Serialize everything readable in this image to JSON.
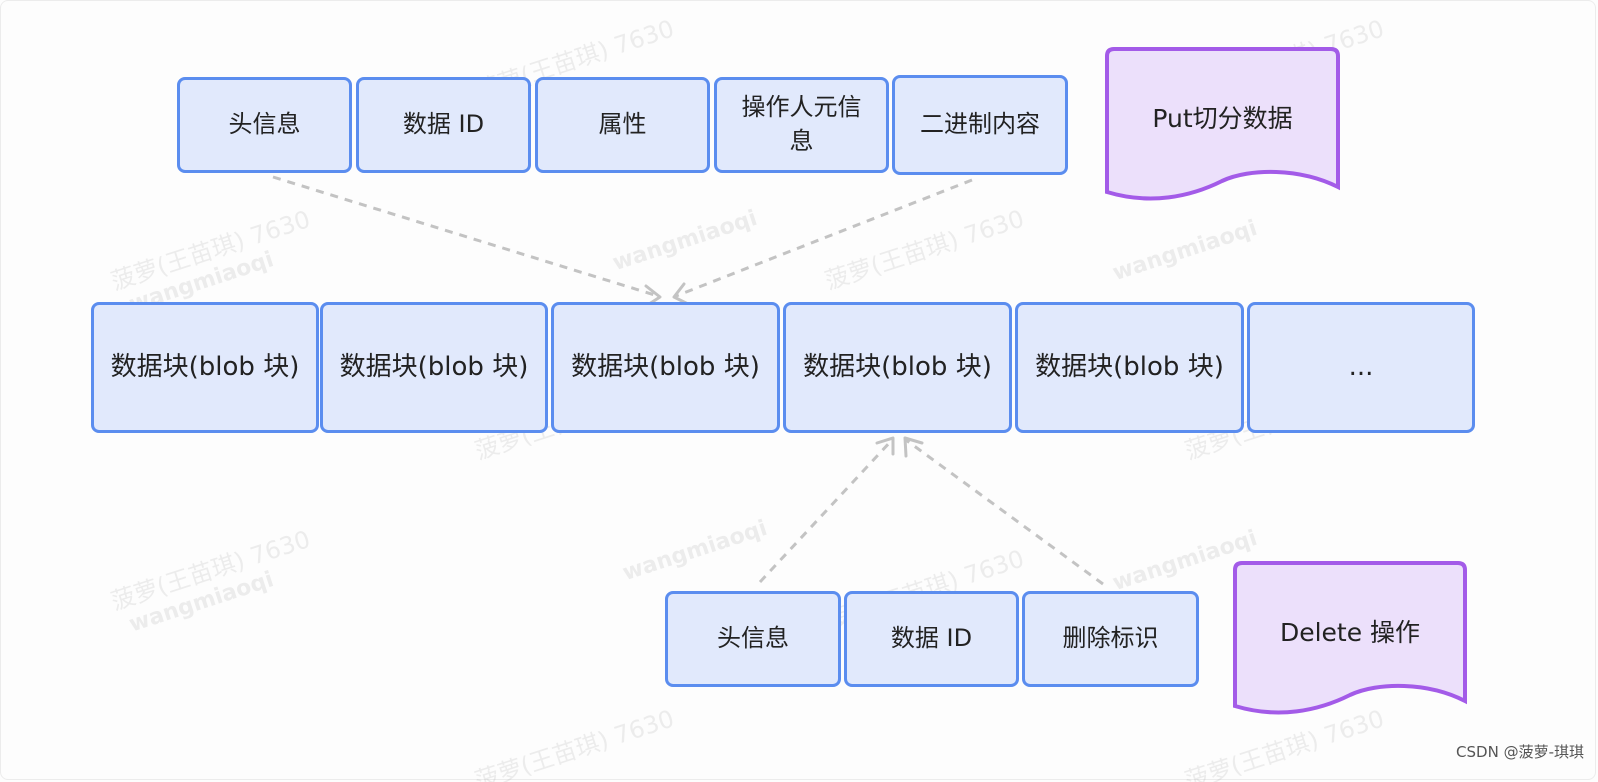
{
  "put_fields": [
    "头信息",
    "数据 ID",
    "属性",
    "操作人元信息",
    "二进制内容"
  ],
  "put_label": "Put切分数据",
  "blocks": [
    "数据块(blob 块)",
    "数据块(blob 块)",
    "数据块(blob 块)",
    "数据块(blob 块)",
    "数据块(blob 块)",
    "..."
  ],
  "delete_fields": [
    "头信息",
    "数据 ID",
    "删除标识"
  ],
  "delete_label": "Delete 操作",
  "watermark": {
    "cn": "菠萝(王苗琪) 7630",
    "en": "wangmiaoqi"
  },
  "footer": "CSDN @菠萝-琪琪",
  "colors": {
    "box_fill": "#e1e9fc",
    "box_border": "#5b8def",
    "doc_fill": "#ece0fb",
    "doc_border": "#a35be8",
    "arrow": "#c3c3c3"
  }
}
